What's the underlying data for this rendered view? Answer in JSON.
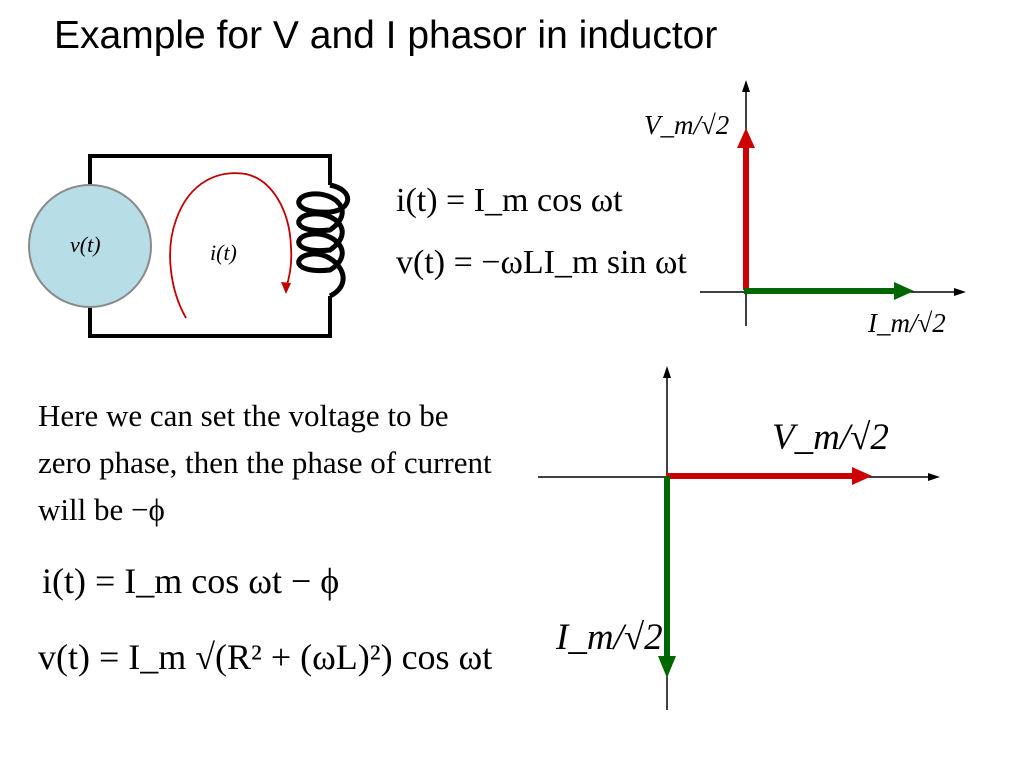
{
  "title": "Example for V and I phasor in inductor",
  "circuit": {
    "source_label": "v(t)",
    "current_label": "i(t)",
    "source_fill": "#b7dde6",
    "current_arrow_color": "#c00000"
  },
  "equations_top": {
    "eq1": "i(t) = I_m cos ωt",
    "eq2": "v(t) = −ωLI_m sin ωt"
  },
  "paragraph": {
    "text": "Here we can set the voltage to be zero phase, then the phase of current will be −ϕ"
  },
  "equations_bottom": {
    "eq1": "i(t) = I_m cos ωt − ϕ",
    "eq2": "v(t) = I_m √(R² + (ωL)²) cos ωt"
  },
  "phasor_top": {
    "v_label": "V_m/√2",
    "i_label": "I_m/√2",
    "v_color": "#cc0000",
    "i_color": "#006600"
  },
  "phasor_bottom": {
    "v_label": "V_m/√2",
    "i_label": "I_m/√2",
    "v_color": "#cc0000",
    "i_color": "#006600"
  }
}
